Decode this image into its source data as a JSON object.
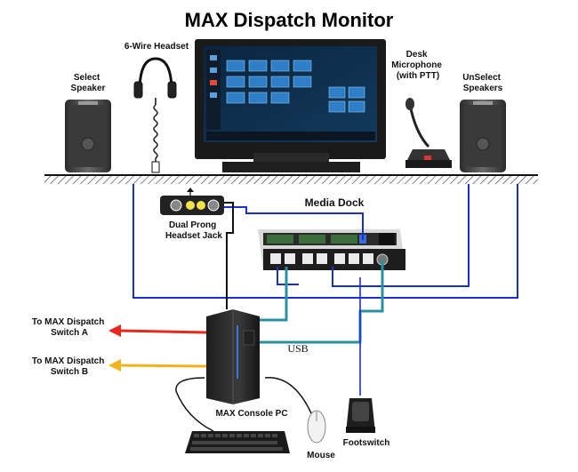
{
  "title": "MAX Dispatch Monitor",
  "labels": {
    "headset": "6-Wire Headset",
    "select_speaker": [
      "Select",
      "Speaker"
    ],
    "desk_mic": [
      "Desk",
      "Microphone",
      "(with PTT)"
    ],
    "unselect_speakers": [
      "UnSelect",
      "Speakers"
    ],
    "media_dock": "Media Dock",
    "headset_jack": [
      "Dual Prong",
      "Headset Jack"
    ],
    "switch_a": [
      "To MAX Dispatch",
      "Switch A"
    ],
    "switch_b": [
      "To MAX Dispatch",
      "Switch B"
    ],
    "usb": "USB",
    "console_pc": "MAX Console PC",
    "footswitch": "Footswitch",
    "mouse": "Mouse"
  },
  "colors": {
    "cable_blue": "#1a2fd0",
    "cable_teal": "#2a8fa0",
    "arrow_red": "#e8281e",
    "arrow_yellow": "#f2b21a",
    "cable_black": "#111111"
  },
  "icons": [
    "headset-icon",
    "speaker-icon",
    "monitor-icon",
    "desk-microphone-icon",
    "media-dock-icon",
    "headset-jack-icon",
    "pc-tower-icon",
    "keyboard-icon",
    "mouse-icon",
    "footswitch-icon"
  ]
}
